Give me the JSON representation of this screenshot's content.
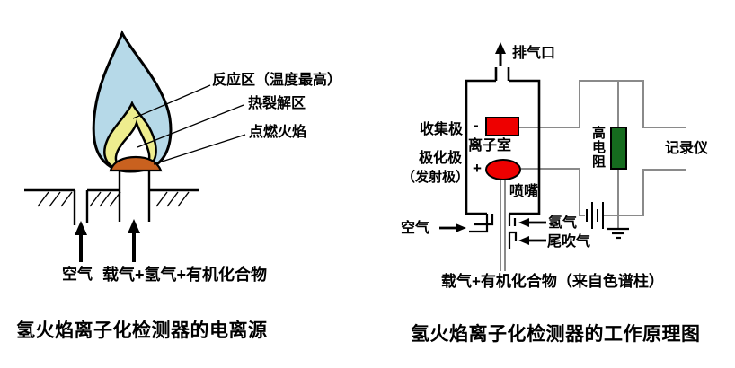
{
  "colors": {
    "flame_outer_blue": "#b6d9e8",
    "flame_inner_yellow": "#eeed8e",
    "flame_core_white": "#ffffff",
    "flame_base_orange": "#c9611f",
    "electrode_red": "#ee0000",
    "resistor_green": "#156b1e",
    "wire_gray": "#8a8a8a"
  },
  "left_diagram": {
    "caption": "氢火焰离子化检测器的电离源",
    "labels": {
      "reaction_zone": "反应区（温度最高）",
      "pyrolysis_zone": "热裂解区",
      "ignition_flame": "点燃火焰",
      "air": "空气",
      "carrier": "载气+氢气+有机化合物"
    }
  },
  "right_diagram": {
    "caption": "氢火焰离子化检测器的工作原理图",
    "labels": {
      "exhaust": "排气口",
      "collector": "收集极",
      "polarizer": "极化极",
      "polarizer_alt": "（发射极）",
      "minus": "-",
      "plus": "+",
      "ion_chamber": "离子室",
      "nozzle": "喷嘴",
      "high_resistor": "高电阻",
      "recorder": "记录仪",
      "air": "空气",
      "hydrogen": "氢气",
      "makeup_gas": "尾吹气",
      "carrier": "载气+有机化合物（来自色谱柱）"
    }
  }
}
